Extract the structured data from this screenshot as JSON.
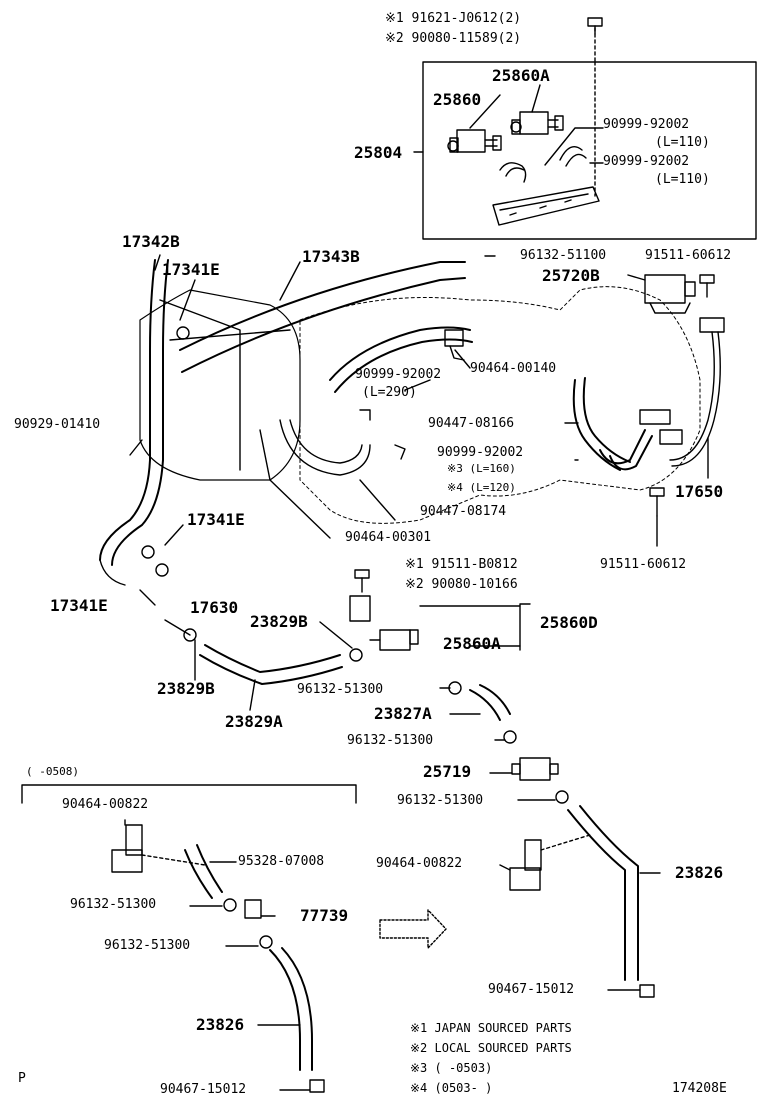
{
  "labels": {
    "n1_91621": "※1  91621-J0612(2)",
    "n2_90080a": "※2  90080-11589(2)",
    "p25860a": "25860A",
    "p25860b": "25860",
    "p25804": "25804",
    "p90999_1": "90999-92002",
    "l110a": "(L=110)",
    "p90999_2": "90999-92002",
    "l110b": "(L=110)",
    "p17342b": "17342B",
    "p17341e_a": "17341E",
    "p17343b": "17343B",
    "p96132_51100": "96132-51100",
    "p91511_606_top": "91511-60612",
    "p25720b": "25720B",
    "p90929": "90929-01410",
    "p90999_290": "90999-92002",
    "l290": "(L=290)",
    "p90464_00140": "90464-00140",
    "p90447_08166": "90447-08166",
    "p90999_3": "90999-92002",
    "n3_l160": "※3  (L=160)",
    "n4_l120": "※4  (L=120)",
    "p17650": "17650",
    "p90447_08174": "90447-08174",
    "p17341e_b": "17341E",
    "p90464_00301": "90464-00301",
    "p91511_606_b": "91511-60612",
    "n1_91511_b": "※1  91511-B0812",
    "n2_90080_b": "※2  90080-10166",
    "p17341e_c": "17341E",
    "p17630": "17630",
    "p23829b_a": "23829B",
    "p25860d": "25860D",
    "p23829b_b": "23829B",
    "p96132_51300_a": "96132-51300",
    "p23829a": "23829A",
    "p23827a": "23827A",
    "p96132_51300_b": "96132-51300",
    "p25719": "25719",
    "p96132_51300_c": "96132-51300",
    "date_range": "(      -0508)",
    "p90464_00822_a": "90464-00822",
    "p95328": "95328-07008",
    "p96132_51300_d": "96132-51300",
    "p77739": "77739",
    "p96132_51300_e": "96132-51300",
    "p90464_00822_b": "90464-00822",
    "p23826_a": "23826",
    "p23826_b": "23826",
    "p90467_a": "90467-15012",
    "p90467_b": "90467-15012",
    "corner_p": "P",
    "figure_no": "174208E"
  },
  "legend": {
    "l1": "※1  JAPAN SOURCED PARTS",
    "l2": "※2  LOCAL SOURCED PARTS",
    "l3": "※3  (      -0503)",
    "l4": "※4  (0503-      )"
  }
}
